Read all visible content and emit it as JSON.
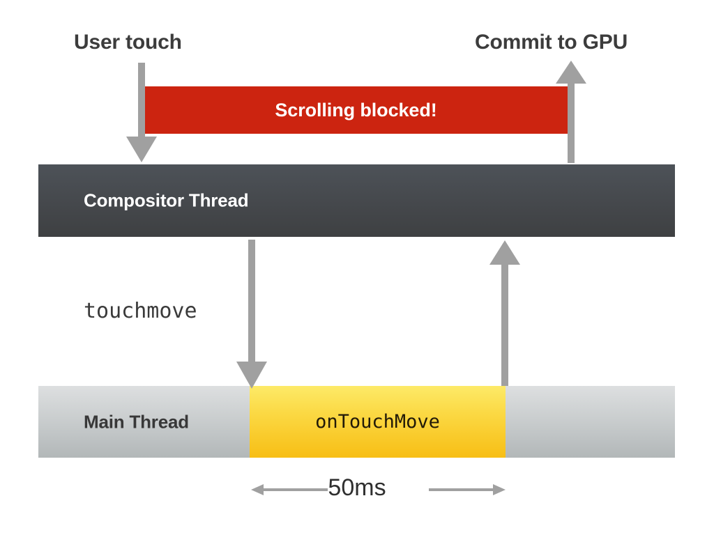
{
  "diagram": {
    "title_labels": {
      "user_touch": "User touch",
      "commit_to_gpu": "Commit to GPU"
    },
    "blocked_bar": {
      "label": "Scrolling blocked!",
      "color": "#cc2410",
      "text_color": "#ffffff"
    },
    "lanes": [
      {
        "id": "compositor",
        "label": "Compositor Thread",
        "color_top": "#4d5258",
        "color_bottom": "#3e4042",
        "text_color": "#ffffff"
      },
      {
        "id": "main",
        "label": "Main Thread",
        "color_top": "#dddfe0",
        "color_bottom": "#b2b7b8",
        "text_color": "#383838"
      }
    ],
    "task_block": {
      "label": "onTouchMove",
      "color_top": "#fdea68",
      "color_bottom": "#f7be15",
      "text_color": "#221a08"
    },
    "event_label": "touchmove",
    "duration_label": "50ms",
    "arrow_color": "#a0a0a0",
    "arrows": [
      {
        "name": "user-touch-down-arrow",
        "direction": "down"
      },
      {
        "name": "commit-to-gpu-up-arrow",
        "direction": "up"
      },
      {
        "name": "touchmove-dispatch-down-arrow",
        "direction": "down"
      },
      {
        "name": "main-thread-return-up-arrow",
        "direction": "up"
      },
      {
        "name": "duration-measure-arrow",
        "direction": "both"
      }
    ]
  }
}
